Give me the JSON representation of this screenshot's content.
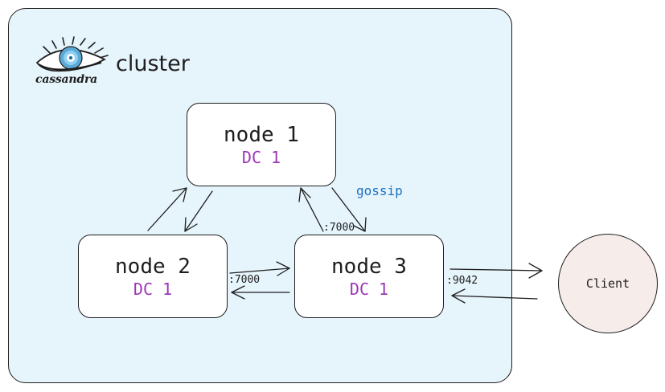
{
  "cluster": {
    "label": "cluster",
    "logo_text": "cassandra",
    "background": "#e6f4fc"
  },
  "nodes": [
    {
      "title": "node 1",
      "dc": "DC 1"
    },
    {
      "title": "node 2",
      "dc": "DC 1"
    },
    {
      "title": "node 3",
      "dc": "DC 1"
    }
  ],
  "client": {
    "label": "Client",
    "background": "#f6ece9"
  },
  "ports": {
    "node3_top": ":7000",
    "node2_right": ":7000",
    "node3_right": ":9042"
  },
  "edge_labels": {
    "gossip": "gossip"
  },
  "colors": {
    "dc_text": "#9c36b5",
    "gossip_text": "#1971c2",
    "stroke": "#1e1e1e"
  },
  "icons": {
    "logo": "cassandra-eye-icon"
  }
}
